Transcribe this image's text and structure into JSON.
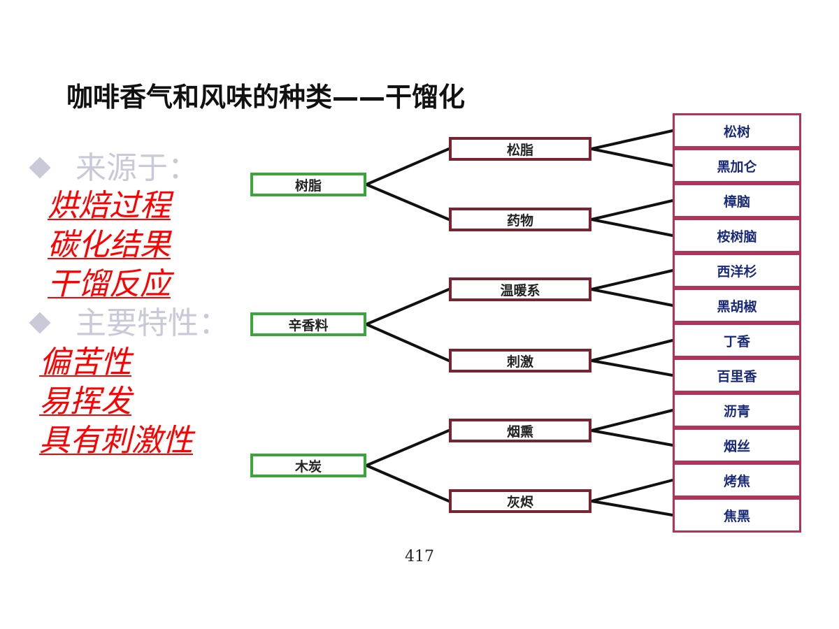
{
  "title": "咖啡香气和风味的种类——干馏化",
  "left": {
    "source_heading": "来源于：",
    "source_items": [
      "烘焙过程",
      "碳化结果",
      "干馏反应"
    ],
    "traits_heading": "主要特性：",
    "trait_items": [
      "偏苦性",
      "易挥发",
      "具有刺激性"
    ]
  },
  "tree": [
    {
      "label": "树脂",
      "children": [
        {
          "label": "松脂",
          "leaves": [
            "松树",
            "黑加仑"
          ]
        },
        {
          "label": "药物",
          "leaves": [
            "樟脑",
            "桉树脑"
          ]
        }
      ]
    },
    {
      "label": "辛香料",
      "children": [
        {
          "label": "温暖系",
          "leaves": [
            "西洋杉",
            "黑胡椒"
          ]
        },
        {
          "label": "刺激",
          "leaves": [
            "丁香",
            "百里香"
          ]
        }
      ]
    },
    {
      "label": "木炭",
      "children": [
        {
          "label": "烟熏",
          "leaves": [
            "沥青",
            "烟丝"
          ]
        },
        {
          "label": "灰烬",
          "leaves": [
            "烤焦",
            "焦黑"
          ]
        }
      ]
    }
  ],
  "page_number": "417",
  "colors": {
    "level1_border": "#3aa63a",
    "level2_border": "#7a2331",
    "level3_border": "#b0345a",
    "level3_text": "#1a2a7a",
    "emphasis_text": "#ff0000",
    "muted_text": "#c9c9d8"
  }
}
